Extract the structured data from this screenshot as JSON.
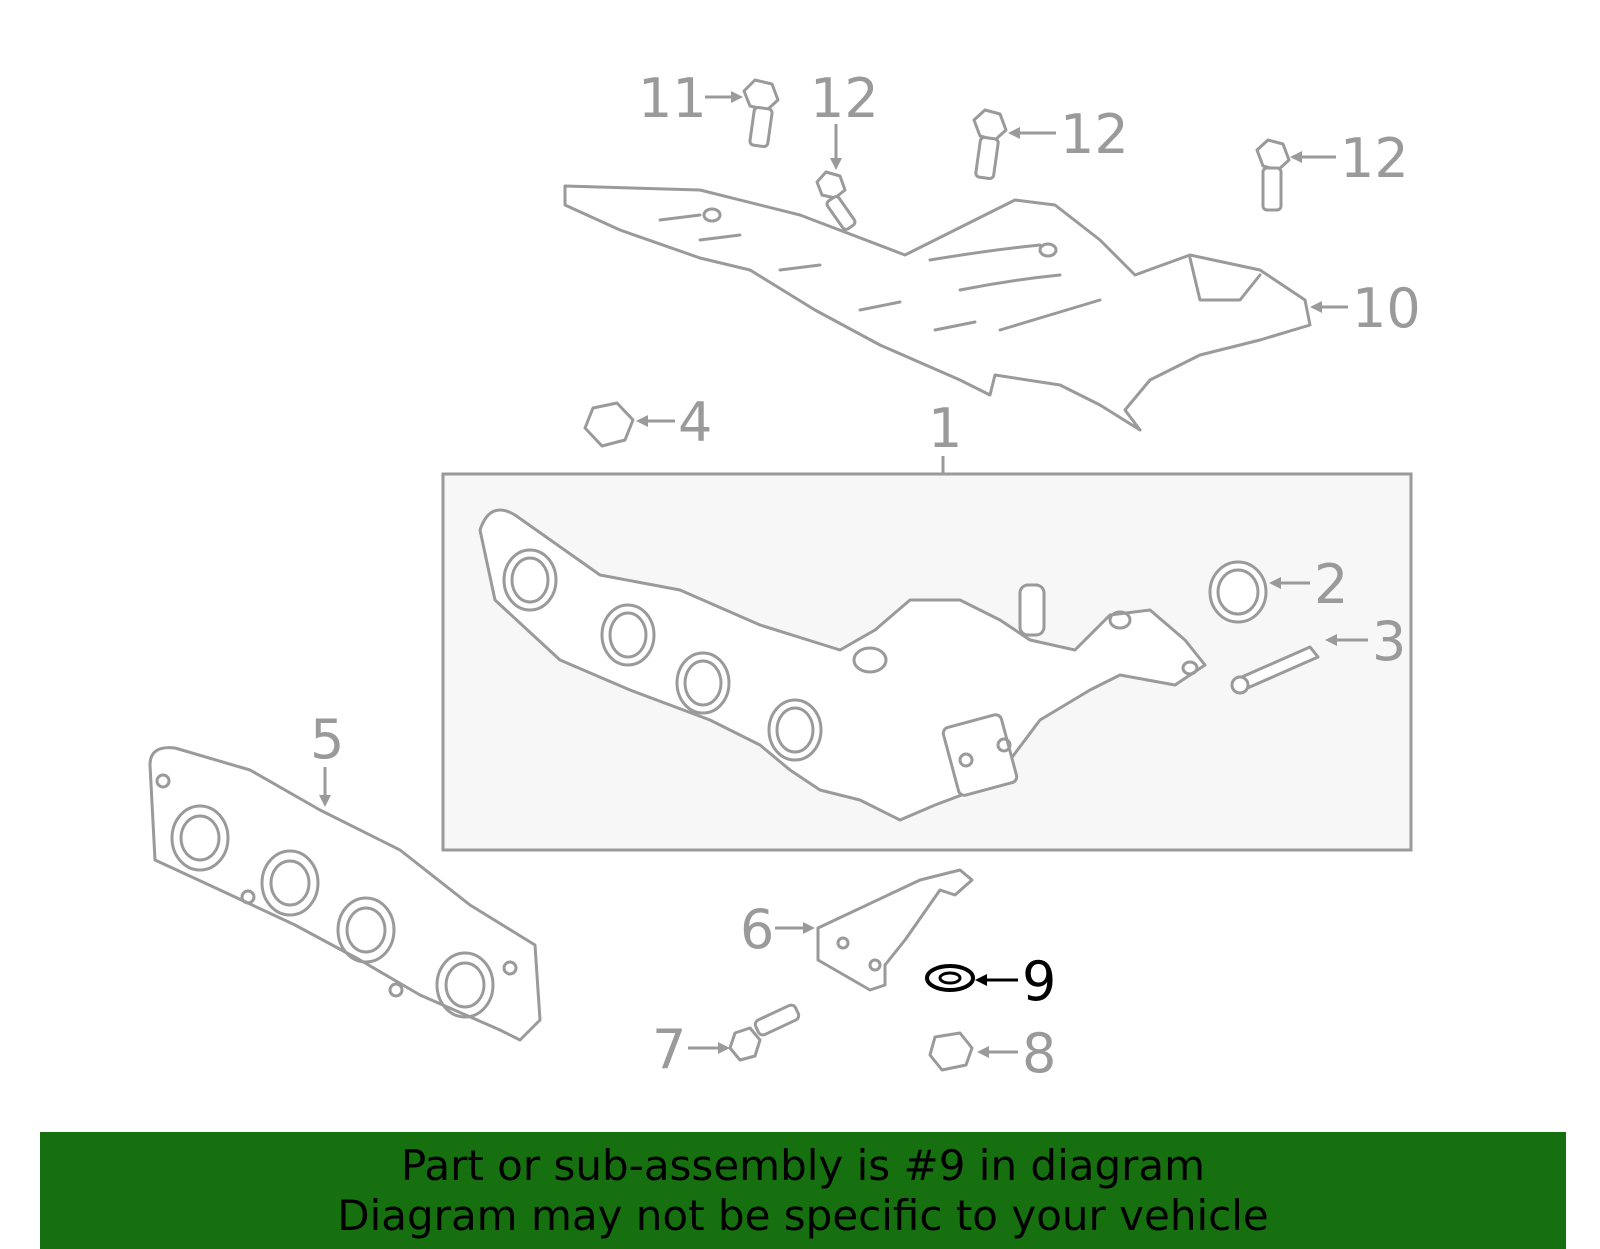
{
  "callouts": {
    "c1": "1",
    "c2": "2",
    "c3": "3",
    "c4": "4",
    "c5": "5",
    "c6": "6",
    "c7": "7",
    "c8": "8",
    "c9": "9",
    "c10": "10",
    "c11": "11",
    "c12a": "12",
    "c12b": "12",
    "c12c": "12"
  },
  "highlighted_part": "9",
  "colors": {
    "part_line": "#9a9a9a",
    "highlight": "#000000",
    "banner_bg": "#17700f",
    "box_bg": "#f7f7f7"
  },
  "banner": {
    "line1": "Part or sub-assembly is #9 in diagram",
    "line2": "Diagram may not be specific to your vehicle"
  }
}
